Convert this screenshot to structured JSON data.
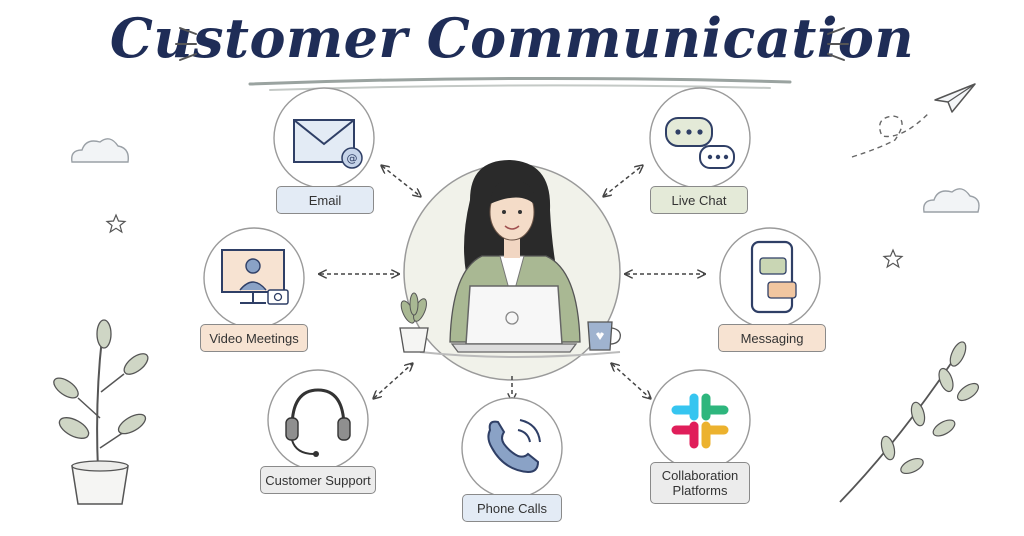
{
  "title": "Customer Communication",
  "channels": {
    "email": "Email",
    "live_chat": "Live Chat",
    "video_meetings": "Video Meetings",
    "messaging": "Messaging",
    "customer_support": "Customer Support",
    "phone_calls": "Phone Calls",
    "collaboration_line1": "Collaboration",
    "collaboration_line2": "Platforms"
  },
  "icons": {
    "email": "envelope-icon",
    "live_chat": "chat-bubbles-icon",
    "video_meetings": "video-call-icon",
    "messaging": "smartphone-message-icon",
    "customer_support": "headset-icon",
    "phone_calls": "phone-icon",
    "collaboration": "slack-logo-icon"
  },
  "colors": {
    "title": "#1f2d57",
    "email_label": "#e3ebf5",
    "live_chat_label": "#e4ead8",
    "video_label": "#f7e3d2",
    "messaging_label": "#f7e3d2",
    "support_label": "#ececec",
    "phone_label": "#e3ebf5",
    "collab_label": "#ececec"
  }
}
